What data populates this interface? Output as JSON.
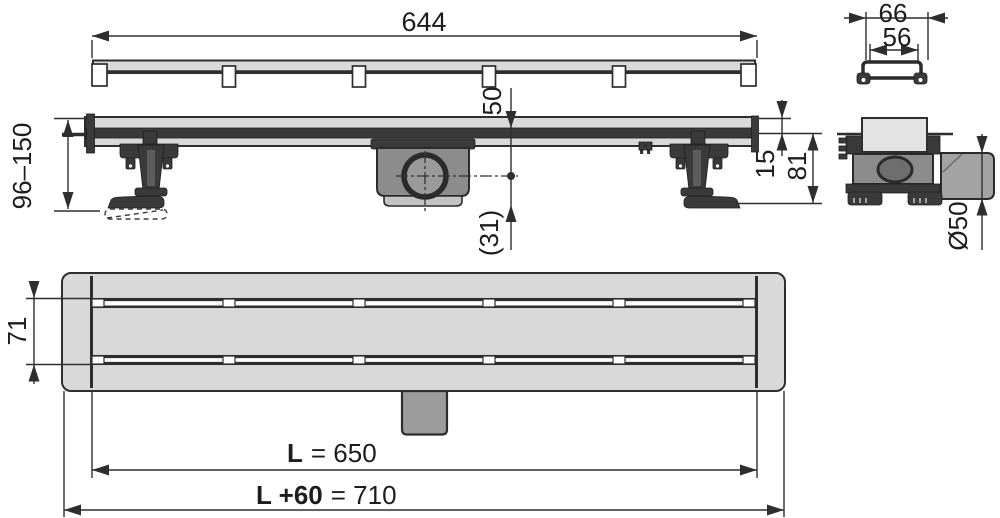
{
  "drawing": {
    "subject": "linear-shower-drain-channel-technical-drawing",
    "dimensions": {
      "rail_length": "644",
      "profile_outer_width": "66",
      "profile_inner_width": "56",
      "adjustable_height_range": "96–150",
      "top_to_outlet_center": "50",
      "edge_height": "15",
      "body_depth": "81",
      "outlet_center_to_bottom": "(31)",
      "outlet_pipe_diameter": "Ø50",
      "grate_width": "71",
      "length_prefix": "L",
      "length_value": "= 650",
      "overall_length_prefix": "L +60",
      "overall_length_value": "= 710"
    },
    "colors": {
      "line": "#2e2e2e",
      "text": "#1d1d1d",
      "light": "#d9d9d9",
      "lighter": "#e3e3e3",
      "mid": "#9c9c9c",
      "dark": "#3a3a3a",
      "trap": "#8c8c8c",
      "background": "#ffffff"
    }
  }
}
